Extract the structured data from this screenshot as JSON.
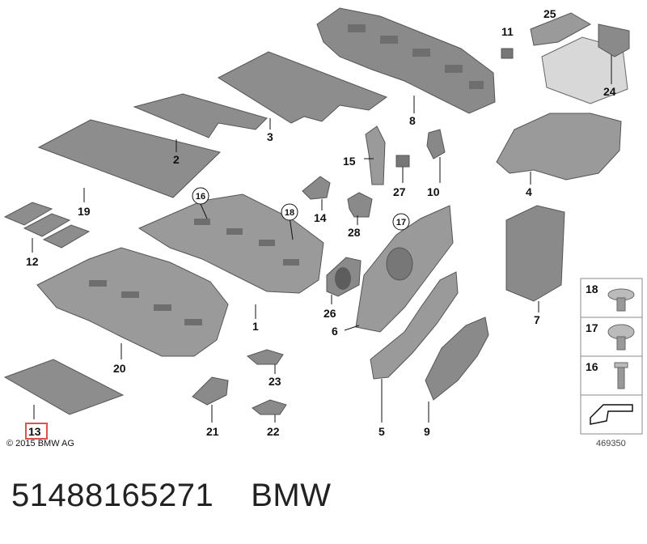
{
  "part_labels": {
    "p1": "1",
    "p2": "2",
    "p3": "3",
    "p4": "4",
    "p5": "5",
    "p6": "6",
    "p7": "7",
    "p8": "8",
    "p9": "9",
    "p10": "10",
    "p11": "11",
    "p12": "12",
    "p13": "13",
    "p14": "14",
    "p15": "15",
    "p16": "16",
    "p17": "17",
    "p18": "18",
    "p19": "19",
    "p20": "20",
    "p21": "21",
    "p22": "22",
    "p23": "23",
    "p24": "24",
    "p25": "25",
    "p26": "26",
    "p27": "27",
    "p28": "28"
  },
  "circled_labels": {
    "c16": "16",
    "c17": "17",
    "c18": "18"
  },
  "fastener_panel": {
    "f18": "18",
    "f17": "17",
    "f16": "16"
  },
  "copyright": "© 2015 BMW AG",
  "image_code": "469350",
  "part_number": "51488165271",
  "brand": "BMW",
  "colors": {
    "part_fill": "#8a8a8a",
    "part_dark": "#6e6e6e",
    "part_light": "#b8b8b8",
    "highlight_box": "#d9534f"
  }
}
